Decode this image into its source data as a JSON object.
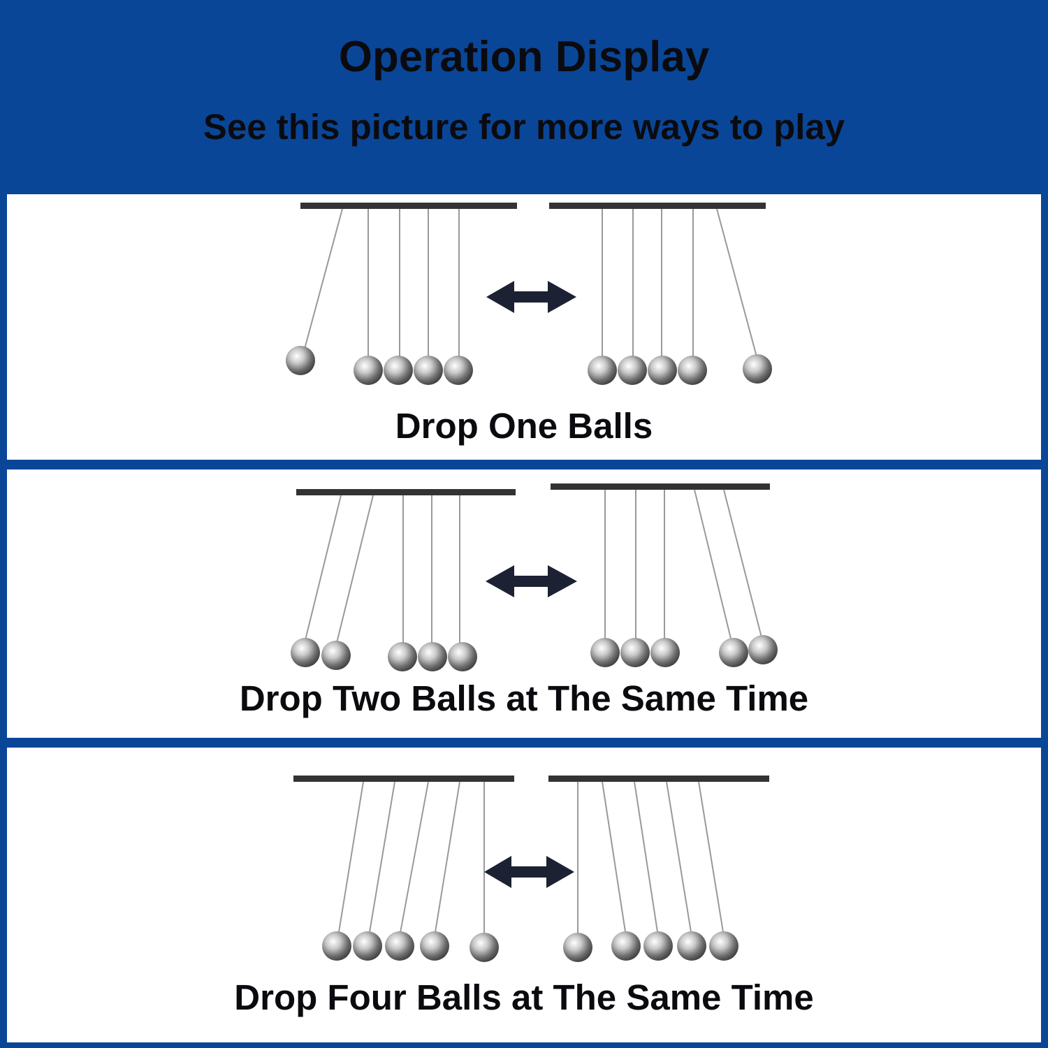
{
  "header": {
    "title": "Operation Display",
    "subtitle": "See this picture for more ways to play"
  },
  "panels": [
    {
      "caption": "Drop One Balls"
    },
    {
      "caption": "Drop Two Balls at The Same Time"
    },
    {
      "caption": "Drop Four Balls at The Same Time"
    }
  ],
  "colors": {
    "background": "#0a4698",
    "panel": "#ffffff",
    "text": "#0b0b0f",
    "arrow": "#1c2233"
  },
  "icons": [
    "double-arrow-icon",
    "newtons-cradle-icon"
  ]
}
